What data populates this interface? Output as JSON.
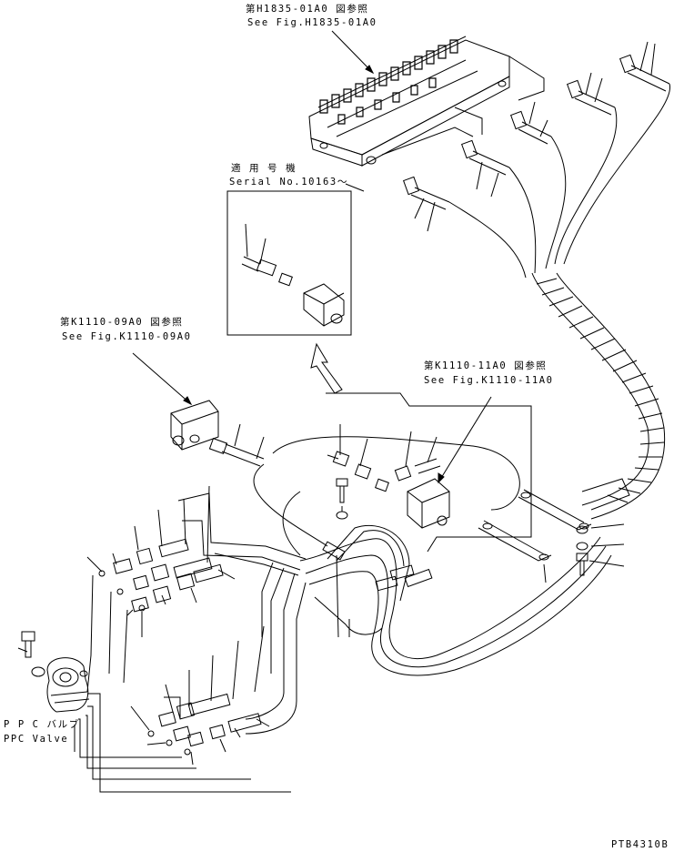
{
  "callouts": {
    "h1835_jp": "第H1835-01A0 図参照",
    "h1835_en": "See Fig.H1835-01A0",
    "serial_jp": "適 用 号 機",
    "serial_en": "Serial No.10163～",
    "k1110_09_jp": "第K1110-09A0 図参照",
    "k1110_09_en": "See Fig.K1110-09A0",
    "k1110_11_jp": "第K1110-11A0 図参照",
    "k1110_11_en": "See Fig.K1110-11A0",
    "ppc_jp": "P P C バルブ",
    "ppc_en": "PPC Valve"
  },
  "footer": {
    "code": "PTB4310B"
  }
}
